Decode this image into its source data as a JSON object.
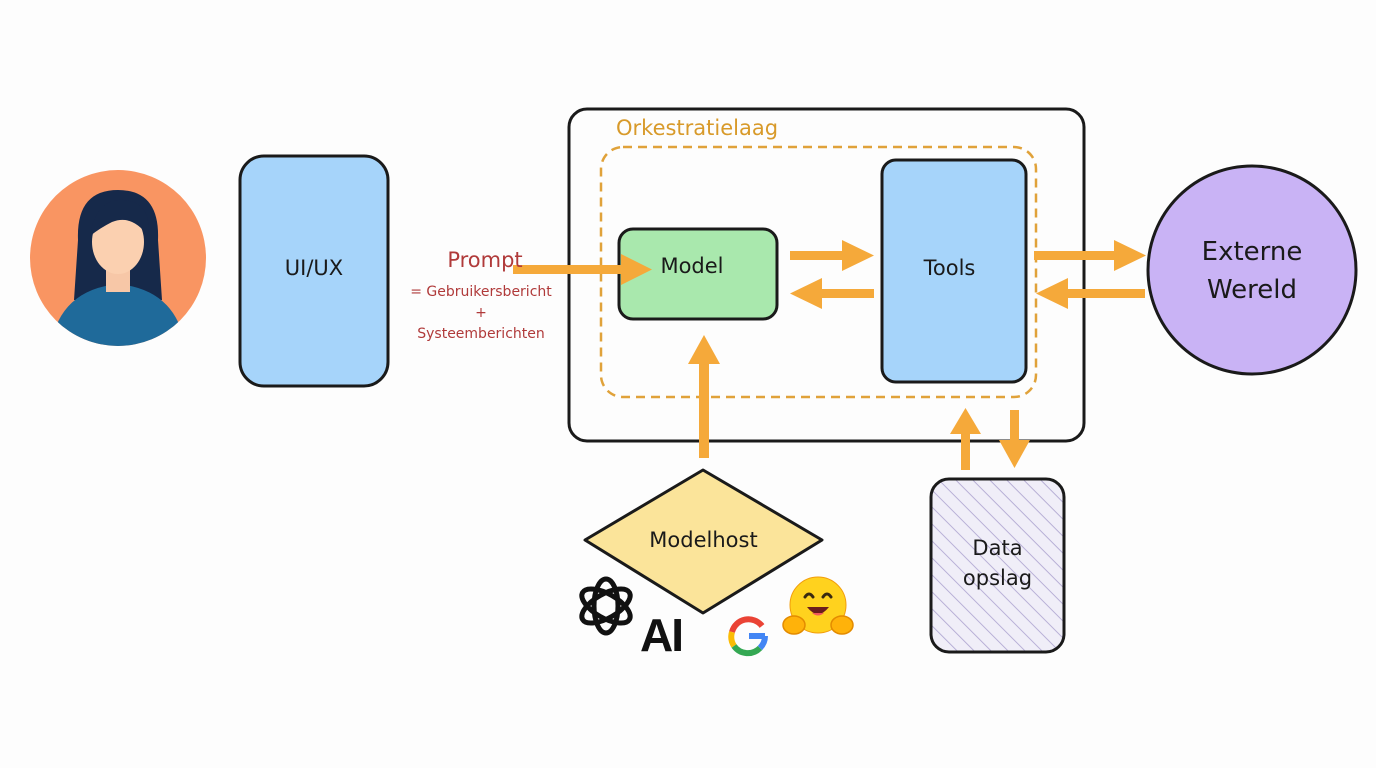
{
  "diagram": {
    "user_label": "",
    "ui_box": {
      "label": "UI/UX"
    },
    "prompt": {
      "title": "Prompt",
      "line1": "= Gebruikersbericht",
      "line2": "+",
      "line3": "Systeemberichten"
    },
    "orchestration": {
      "title": "Orkestratielaag"
    },
    "model": {
      "label": "Model"
    },
    "tools": {
      "label": "Tools"
    },
    "external": {
      "line1": "Externe",
      "line2": "Wereld"
    },
    "modelhost": {
      "label": "Modelhost"
    },
    "storage": {
      "line1": "Data",
      "line2": "opslag"
    },
    "provider_logos": {
      "ai_letters": "AI",
      "g_letter": "G"
    }
  },
  "colors": {
    "accent_orange": "#f5a93a",
    "ui_blue": "#a6d4fa",
    "model_green": "#a9e8ad",
    "external_purple": "#c9b3f5",
    "modelhost_yellow": "#fbe49a",
    "avatar_orange": "#f99562",
    "prompt_red": "#b03a3a"
  }
}
